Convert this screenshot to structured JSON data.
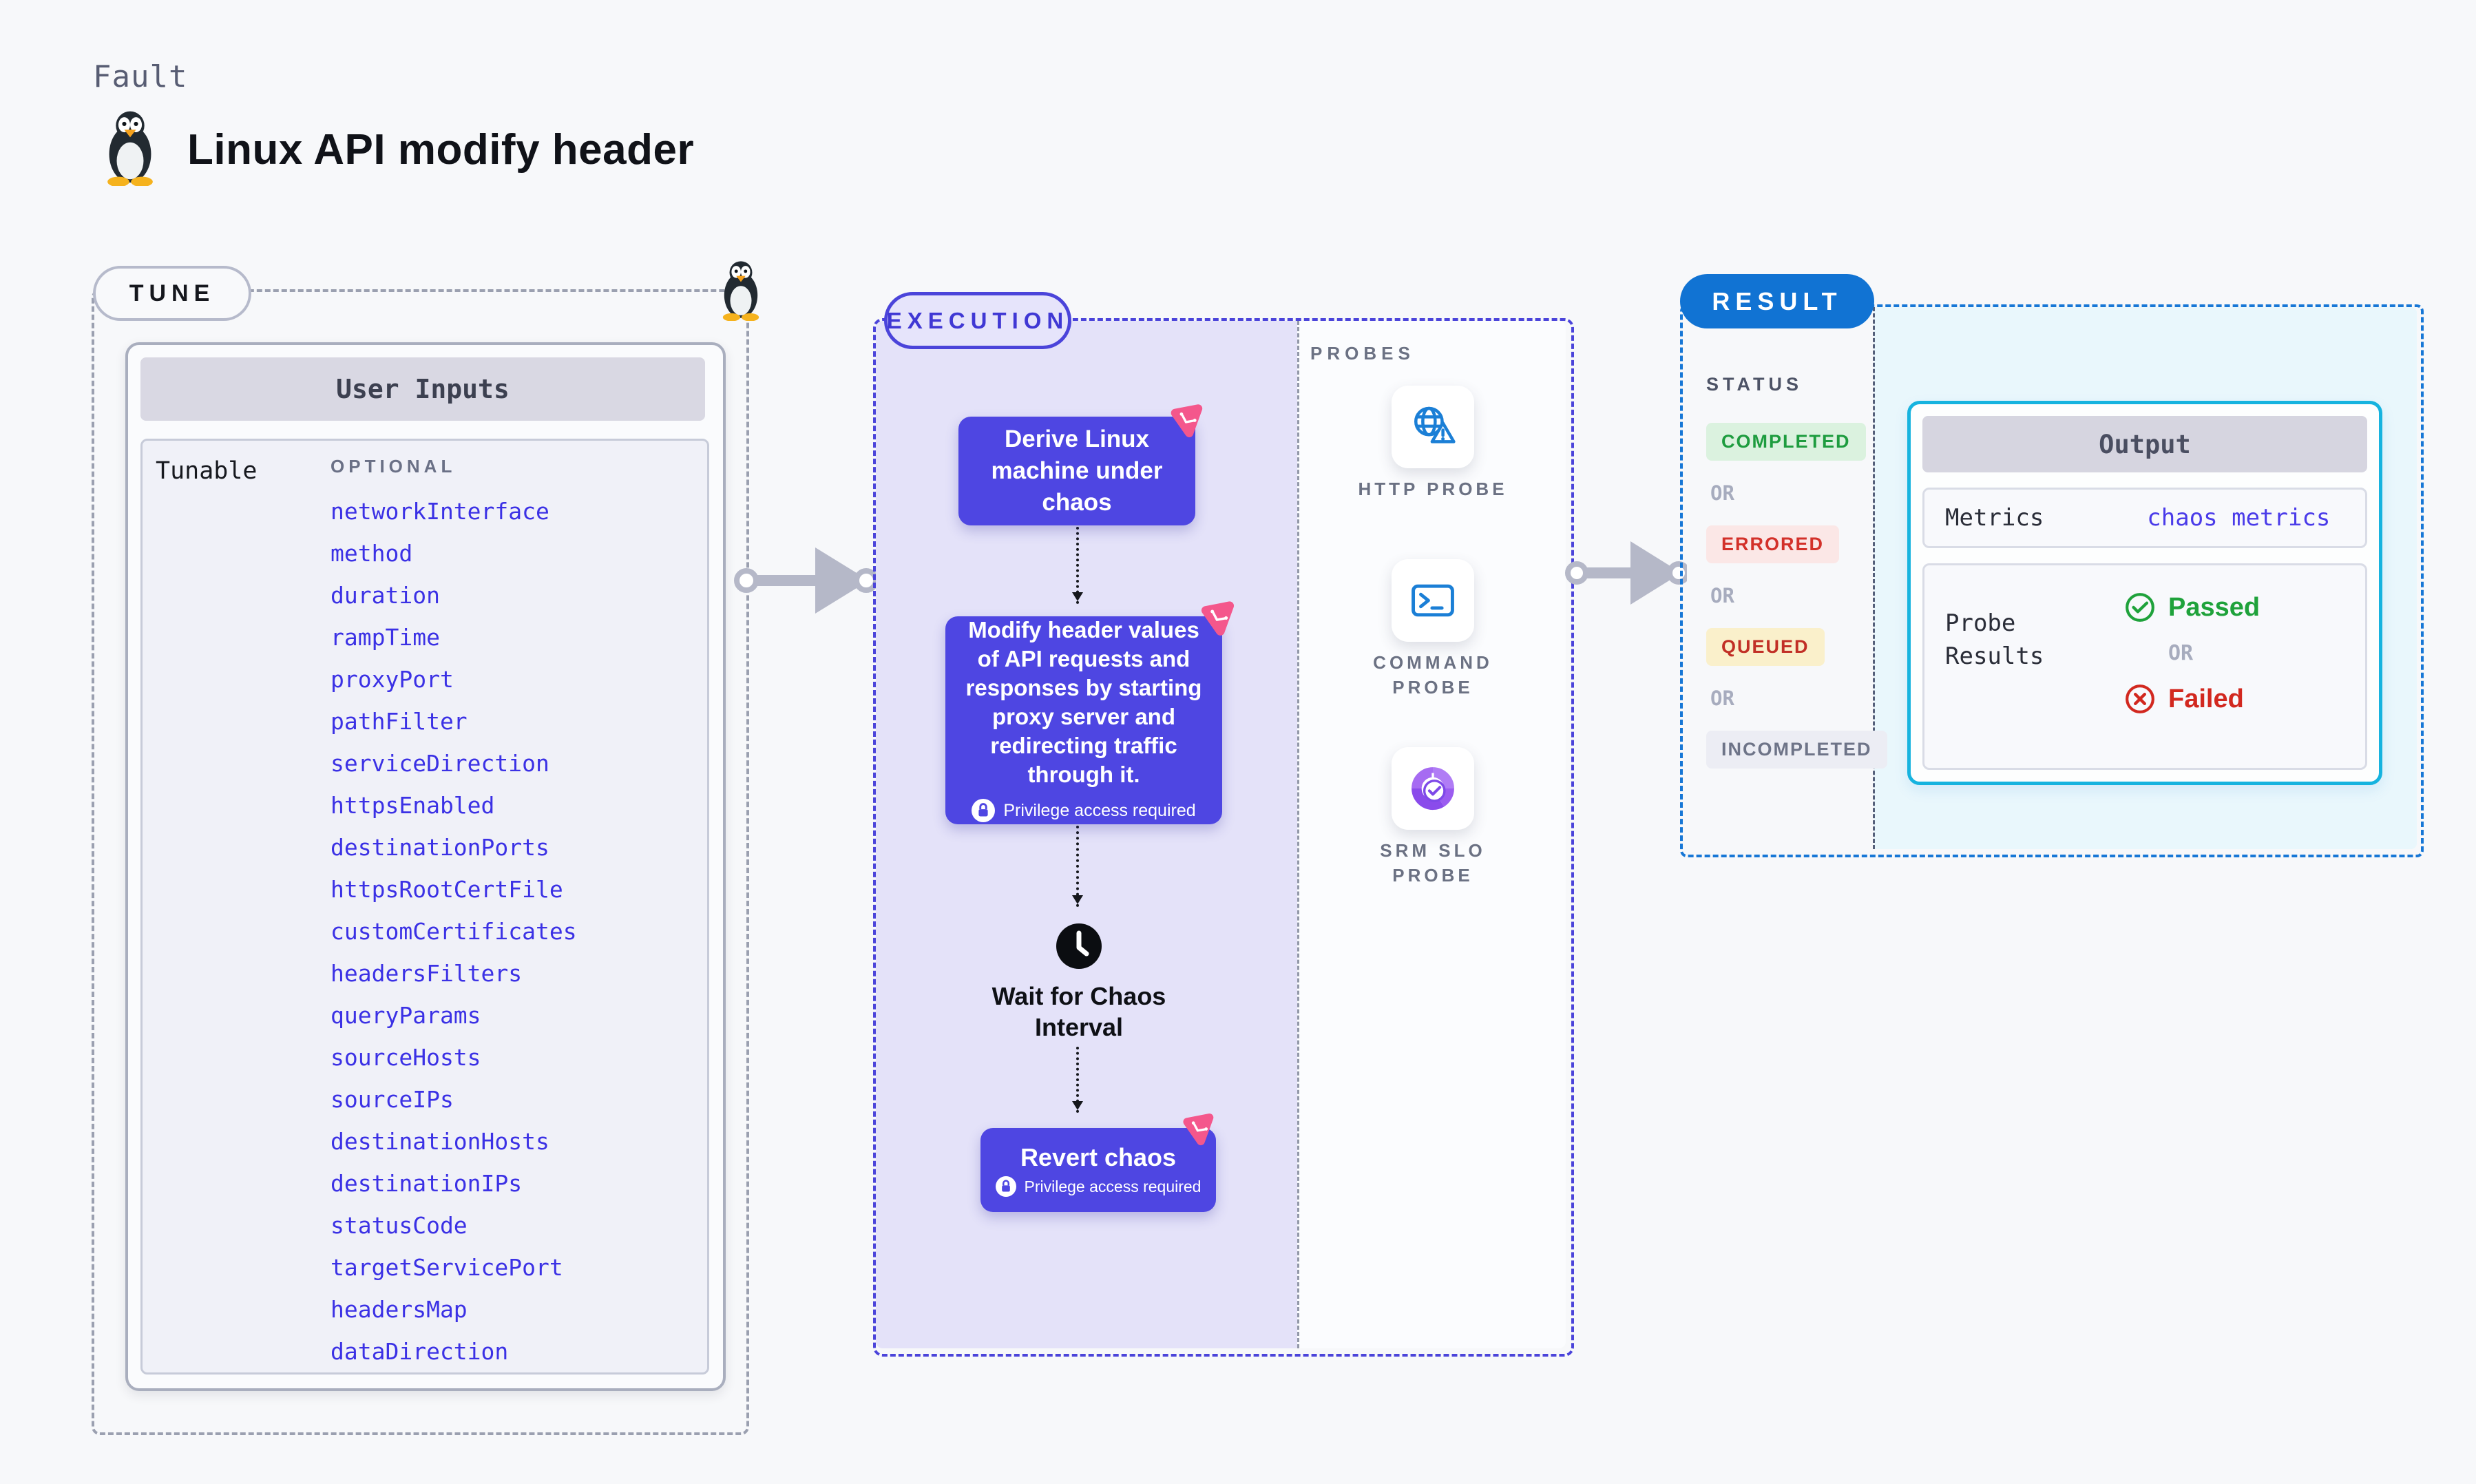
{
  "page": {
    "kicker": "Fault",
    "title": "Linux API modify header"
  },
  "tune": {
    "label": "TUNE",
    "table_header": "User Inputs",
    "row_label": "Tunable",
    "optional_label": "OPTIONAL",
    "tunables": [
      "networkInterface",
      "method",
      "duration",
      "rampTime",
      "proxyPort",
      "pathFilter",
      "serviceDirection",
      "httpsEnabled",
      "destinationPorts",
      "httpsRootCertFile",
      "customCertificates",
      "headersFilters",
      "queryParams",
      "sourceHosts",
      "sourceIPs",
      "destinationHosts",
      "destinationIPs",
      "statusCode",
      "targetServicePort",
      "headersMap",
      "dataDirection"
    ]
  },
  "execution": {
    "label": "EXECUTION",
    "derive_step": "Derive Linux machine under chaos",
    "fault_step": "Modify header values of API requests and responses by starting proxy server and redirecting traffic through it.",
    "wait_step": "Wait for Chaos Interval",
    "revert_step": "Revert chaos",
    "privilege_note": "Privilege access required"
  },
  "probes": {
    "label": "PROBES",
    "items": [
      {
        "label": "HTTP PROBE",
        "icon": "globe-warning-icon"
      },
      {
        "label": "COMMAND PROBE",
        "icon": "terminal-icon"
      },
      {
        "label": "SRM SLO PROBE",
        "icon": "slo-donut-icon"
      }
    ]
  },
  "result": {
    "label": "RESULT",
    "status_label": "STATUS",
    "or": "OR",
    "badges": [
      {
        "label": "COMPLETED",
        "type": "completed"
      },
      {
        "label": "ERRORED",
        "type": "errored"
      },
      {
        "label": "QUEUED",
        "type": "queued"
      },
      {
        "label": "INCOMPLETED",
        "type": "incompleted"
      }
    ],
    "output": {
      "header": "Output",
      "metrics_label": "Metrics",
      "metrics_value": "chaos metrics",
      "probe_results_label": "Probe Results",
      "passed": "Passed",
      "or": "OR",
      "failed": "Failed"
    }
  },
  "colors": {
    "accent_indigo": "#4E46E2",
    "link_indigo": "#3B31E5",
    "execution_border": "#4B44DA",
    "chaos_pink": "#F4578C",
    "result_blue": "#1173D3",
    "output_border_cyan": "#16B3DF",
    "probe_blue": "#1B7FD6",
    "srm_purple": "#9B5CF0",
    "completed_green": "#1E9C3F",
    "errored_red": "#D3312A",
    "queued_red": "#C12F26",
    "incompleted_gray": "#6E7488",
    "passed_green": "#1FA23B",
    "failed_red": "#D2281F"
  }
}
